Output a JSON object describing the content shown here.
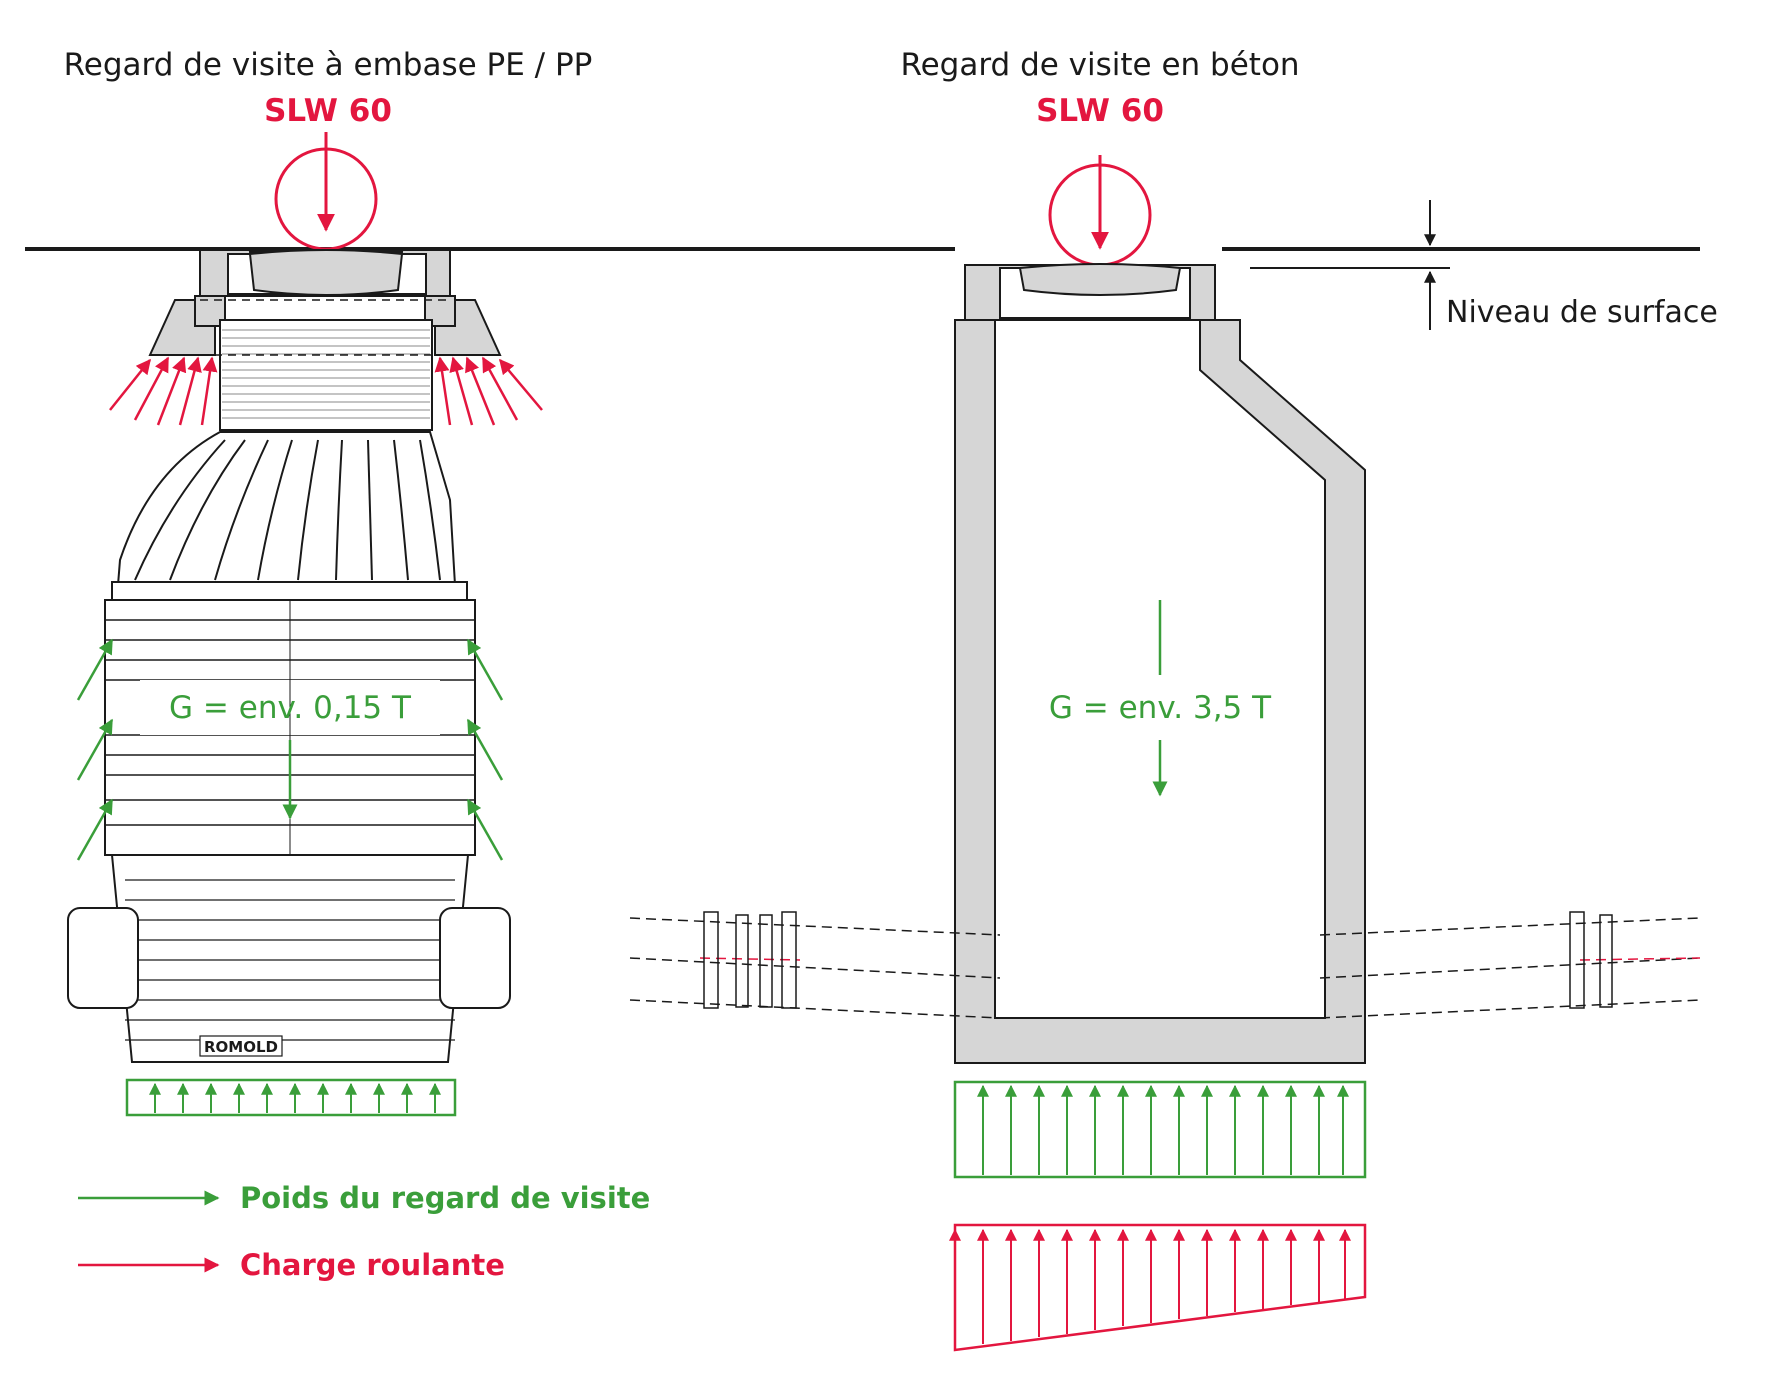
{
  "left": {
    "title": "Regard de visite à embase PE / PP",
    "load_class": "SLW 60",
    "weight_label": "G = env. 0,15 T",
    "brand": "ROMOLD"
  },
  "right": {
    "title": "Regard de visite en béton",
    "load_class": "SLW 60",
    "weight_label": "G = env. 3,5 T",
    "surface_label": "Niveau de surface"
  },
  "legend": {
    "weight": "Poids du regard de visite",
    "rolling_load": "Charge roulante"
  },
  "colors": {
    "green": "#3a9e3a",
    "red": "#e3163f",
    "concrete": "#d6d6d6",
    "outline": "#1a1a1a"
  }
}
